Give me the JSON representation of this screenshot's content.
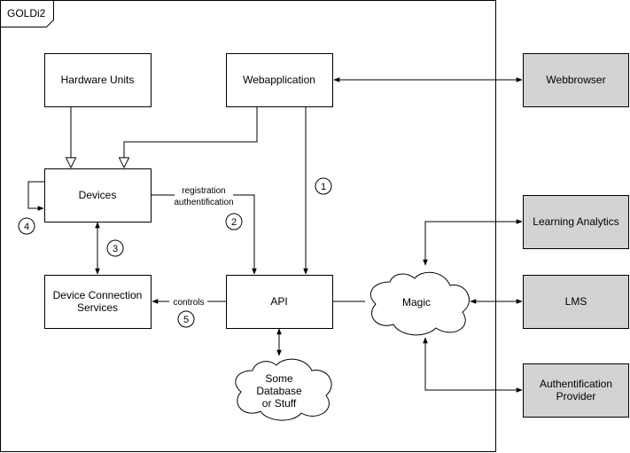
{
  "container": {
    "title": "GOLDi2"
  },
  "nodes": {
    "hardware_units": "Hardware Units",
    "webapplication": "Webapplication",
    "webbrowser": "Webbrowser",
    "devices": "Devices",
    "learning_analytics": "Learning Analytics",
    "device_connection_services": [
      "Device Connection",
      "Services"
    ],
    "api": "API",
    "magic": "Magic",
    "lms": "LMS",
    "some_database": [
      "Some",
      "Database",
      "or Stuff"
    ],
    "authentification_provider": [
      "Authentification",
      "Provider"
    ]
  },
  "edge_labels": {
    "registration": "registration",
    "authentification": "authentification",
    "controls": "controls"
  },
  "badges": [
    "1",
    "2",
    "3",
    "4",
    "5"
  ],
  "colors": {
    "external_fill": "#d3d3d3",
    "stroke": "#000000",
    "background": "#ffffff"
  }
}
